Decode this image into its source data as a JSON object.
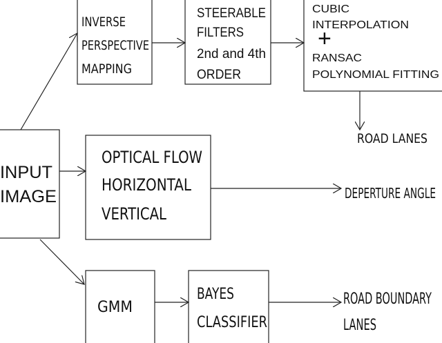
{
  "nodes": {
    "inverse_perspective_mapping": [
      "INVERSE",
      "PERSPECTIVE",
      "MAPPING"
    ],
    "steerable_filters": [
      "STEERABLE",
      "FILTERS",
      "2nd and 4th",
      "ORDER"
    ],
    "cubic_ransac": {
      "top": [
        "CUBIC",
        "INTERPOLATION"
      ],
      "plus": "+",
      "bottom": [
        "RANSAC",
        "POLYNOMIAL FITTING"
      ]
    },
    "road_lanes": "ROAD LANES",
    "input_image": [
      "INPUT",
      "IMAGE"
    ],
    "optical_flow": [
      "OPTICAL FLOW",
      "HORIZONTAL",
      "VERTICAL"
    ],
    "departure_angle": "DEPERTURE ANGLE",
    "gmm": "GMM",
    "bayes_classifier": [
      "BAYES",
      "CLASSIFIER"
    ],
    "road_boundary_lanes": [
      "ROAD BOUNDARY",
      "LANES"
    ]
  }
}
